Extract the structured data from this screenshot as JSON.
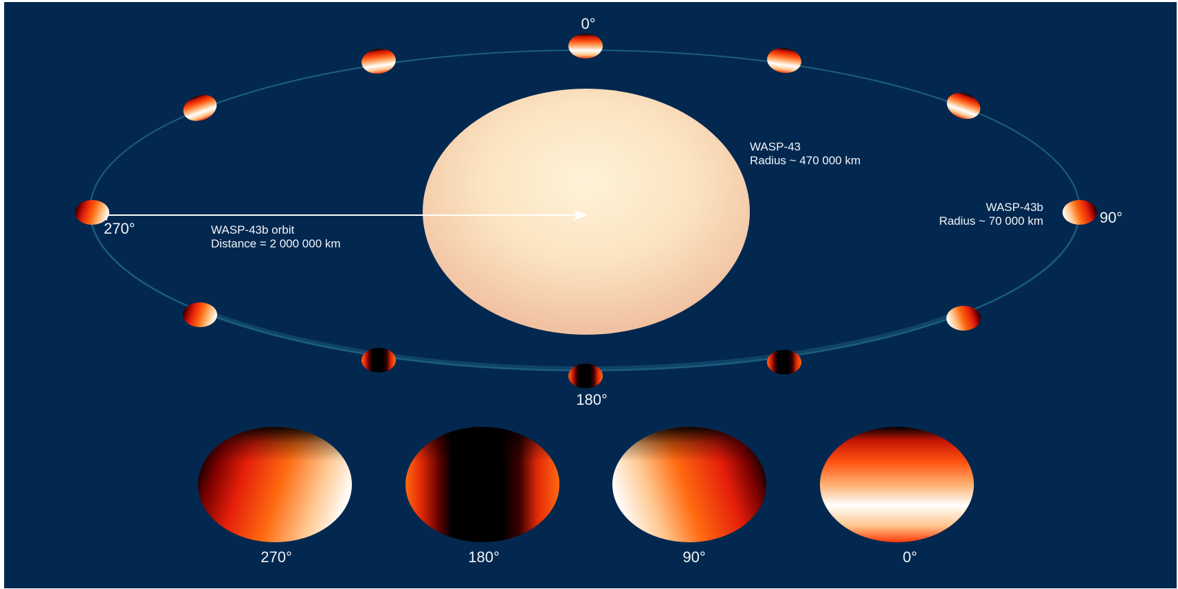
{
  "star": {
    "name": "WASP-43",
    "radius": "Radius ~ 470 000 km"
  },
  "planet": {
    "name": "WASP-43b",
    "radius": "Radius ~ 70 000 km"
  },
  "orbit": {
    "name": "WASP-43b orbit",
    "distance": "Distance = 2 000 000 km"
  },
  "orbit_phase_labels": {
    "top": "0°",
    "right": "90°",
    "bottom": "180°",
    "left": "270°"
  },
  "phase_views": [
    {
      "label": "270°"
    },
    {
      "label": "180°"
    },
    {
      "label": "90°"
    },
    {
      "label": "0°"
    }
  ],
  "colors": {
    "background": "#03284f",
    "orbit": "#1c5f80",
    "star_center": "#fdf0d4",
    "star_edge": "#f2c5a5",
    "planet_hot": "#ffffff",
    "planet_warm": "#ff7a10",
    "planet_red": "#e41e0a",
    "planet_dark": "#000000"
  }
}
